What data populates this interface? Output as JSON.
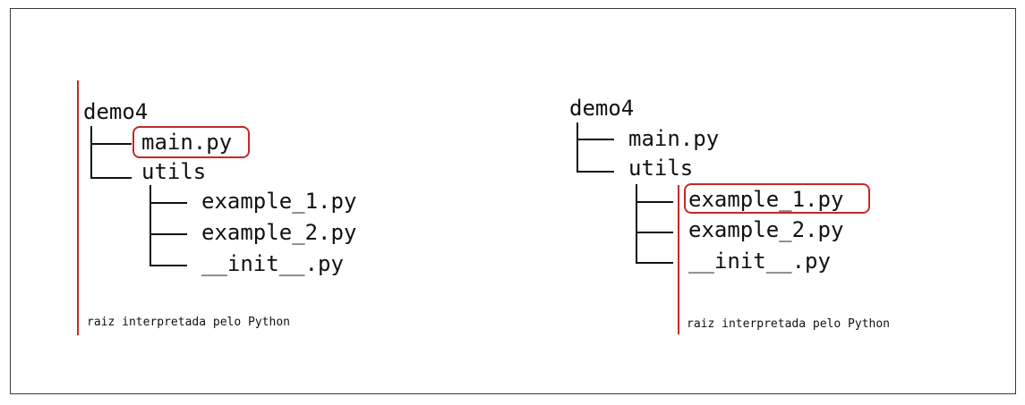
{
  "colors": {
    "text": "#111111",
    "highlight": "#c62828",
    "frame": "#3a3a3a"
  },
  "left_panel": {
    "root": "demo4",
    "main_file": "main.py",
    "folder": "utils",
    "files": [
      "example_1.py",
      "example_2.py",
      "__init__.py"
    ],
    "note": "raiz interpretada pelo Python"
  },
  "right_panel": {
    "root": "demo4",
    "main_file": "main.py",
    "folder": "utils",
    "files": [
      "example_1.py",
      "example_2.py",
      "__init__.py"
    ],
    "note": "raiz interpretada pelo Python"
  }
}
